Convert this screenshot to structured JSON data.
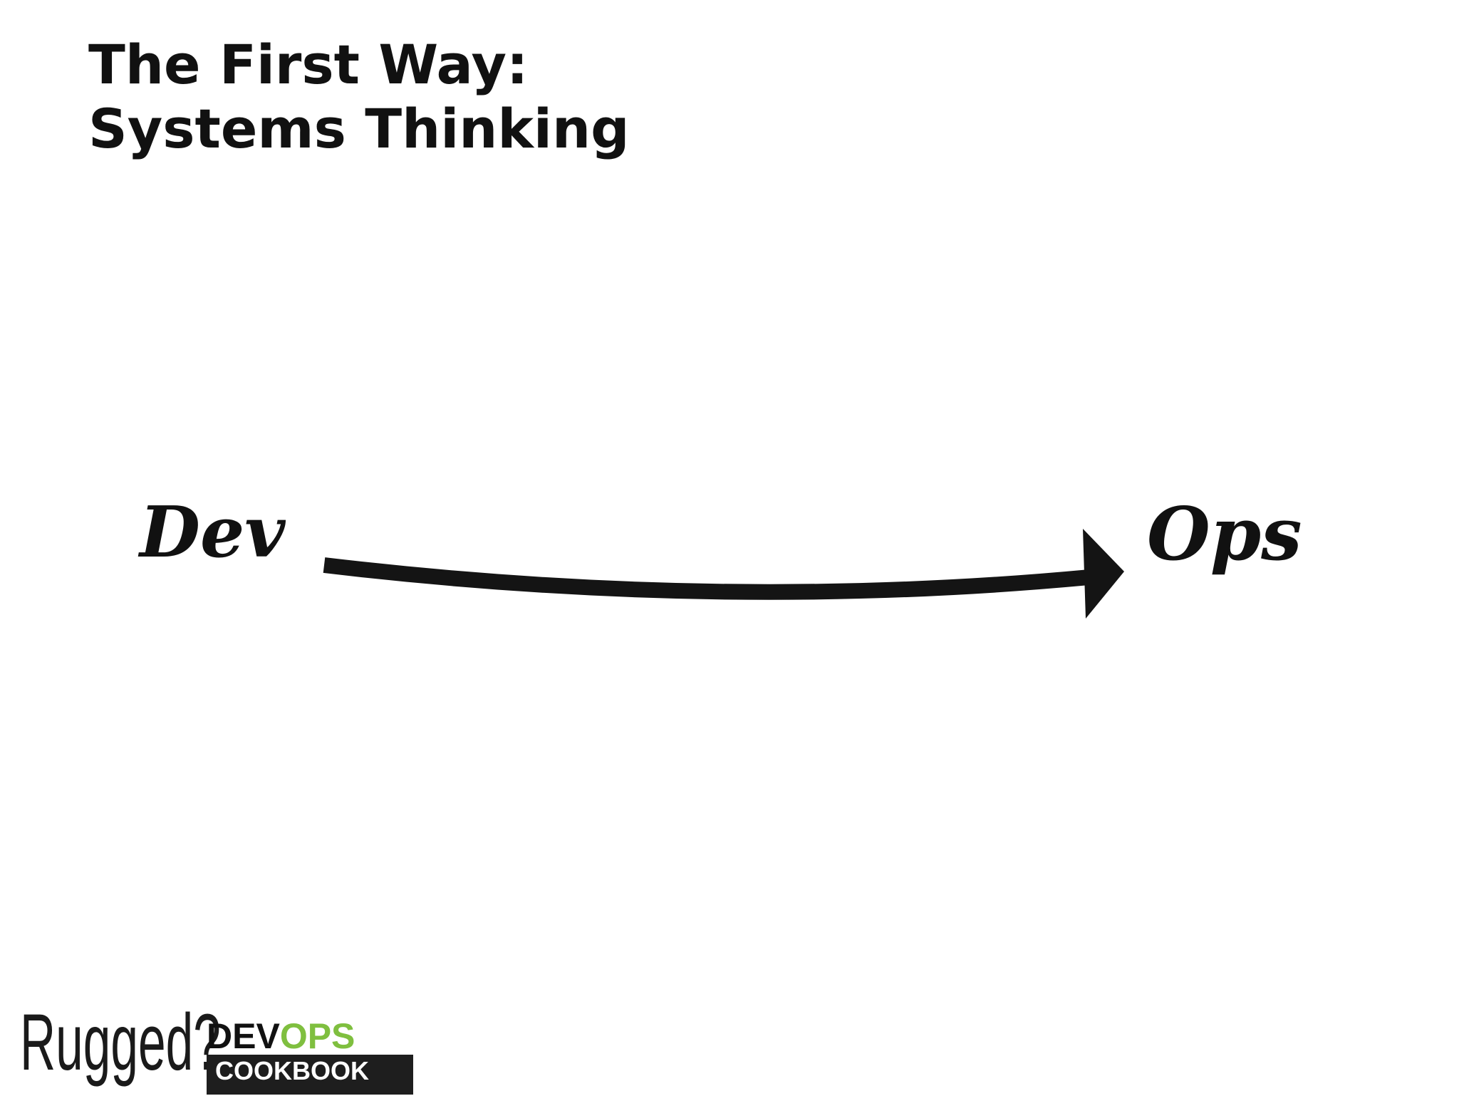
{
  "slide": {
    "title_line1": "The First Way:",
    "title_line2": "Systems Thinking"
  },
  "diagram": {
    "source_label": "Dev",
    "target_label": "Ops",
    "connector": "arrow"
  },
  "footer": {
    "rugged_text": "Rugged?",
    "logo_dev": "DEV",
    "logo_ops": "OPS",
    "logo_cookbook": "COOKBOOK",
    "logo_ops_color": "#7fbf3f"
  }
}
